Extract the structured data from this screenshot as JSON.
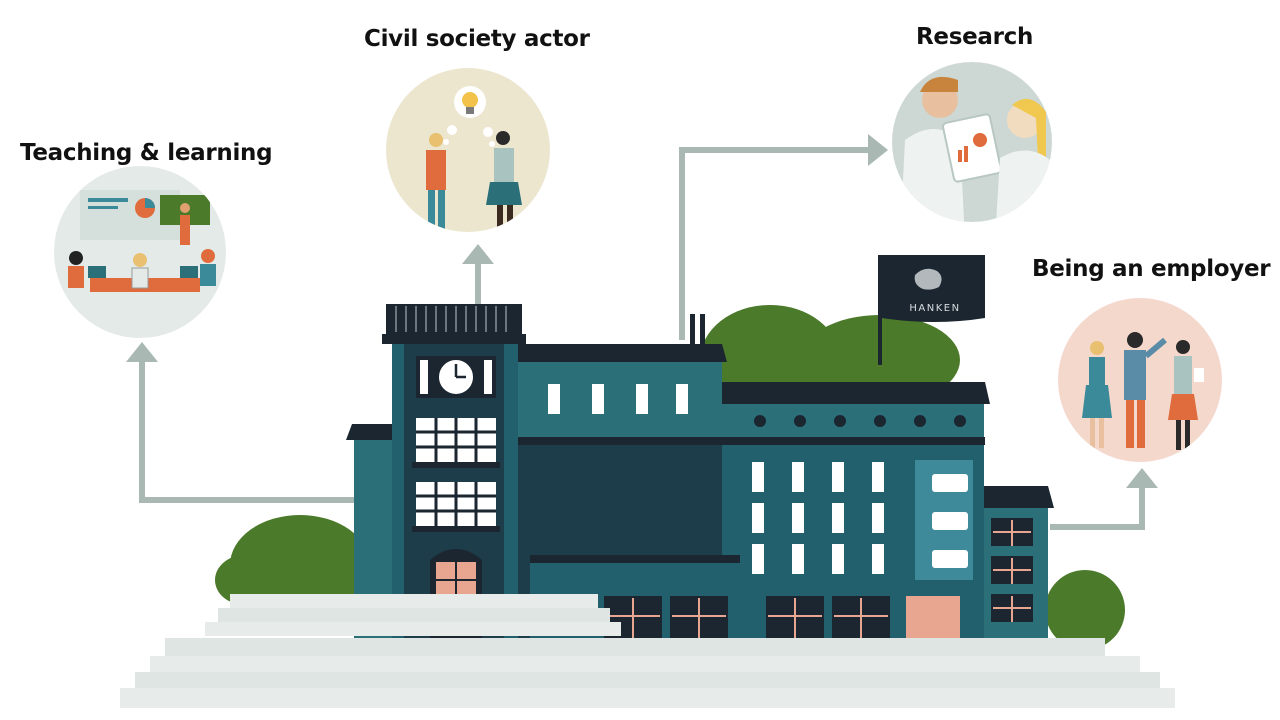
{
  "labels": {
    "teaching": "Teaching & learning",
    "civil": "Civil society actor",
    "research": "Research",
    "employer": "Being an employer"
  },
  "flag_text": "HANKEN",
  "colors": {
    "arrow": "#a9b8b3",
    "building_dark": "#1c3d49",
    "building_teal": "#21606c",
    "building_mid": "#2b6f78",
    "roof": "#1b2630",
    "bush": "#4a7a2a",
    "steps": "#e7ecea",
    "door": "#e8a590",
    "circle_civil": "#ece6cf",
    "circle_employer": "#f4d8cc",
    "circle_research": "#cdd8d4",
    "circle_teaching": "#e4eae8"
  },
  "icons": [
    "lightbulb-icon",
    "clock-icon",
    "flag-icon"
  ]
}
